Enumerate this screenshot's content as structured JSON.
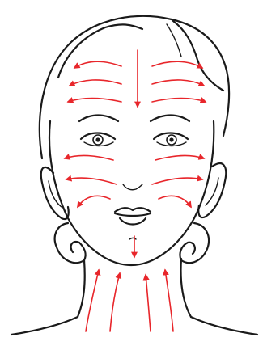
{
  "figure": {
    "subject": "face-massage-direction-diagram",
    "line_color": "#1a1a1a",
    "arrow_color": "#e8262b",
    "background": "#ffffff"
  },
  "arrows": [
    {
      "name": "forehead-center-down",
      "group": "forehead"
    },
    {
      "name": "forehead-left-1",
      "group": "forehead"
    },
    {
      "name": "forehead-left-2",
      "group": "forehead"
    },
    {
      "name": "forehead-left-3",
      "group": "forehead"
    },
    {
      "name": "forehead-right-1",
      "group": "forehead"
    },
    {
      "name": "forehead-right-2",
      "group": "forehead"
    },
    {
      "name": "forehead-right-3",
      "group": "forehead"
    },
    {
      "name": "cheek-left-1",
      "group": "cheek"
    },
    {
      "name": "cheek-left-2",
      "group": "cheek"
    },
    {
      "name": "cheek-left-3",
      "group": "cheek"
    },
    {
      "name": "cheek-right-1",
      "group": "cheek"
    },
    {
      "name": "cheek-right-2",
      "group": "cheek"
    },
    {
      "name": "cheek-right-3",
      "group": "cheek"
    },
    {
      "name": "chin-center-down",
      "group": "chin"
    },
    {
      "name": "neck-1-up",
      "group": "neck"
    },
    {
      "name": "neck-2-up",
      "group": "neck"
    },
    {
      "name": "neck-3-up",
      "group": "neck"
    },
    {
      "name": "neck-4-up",
      "group": "neck"
    }
  ]
}
